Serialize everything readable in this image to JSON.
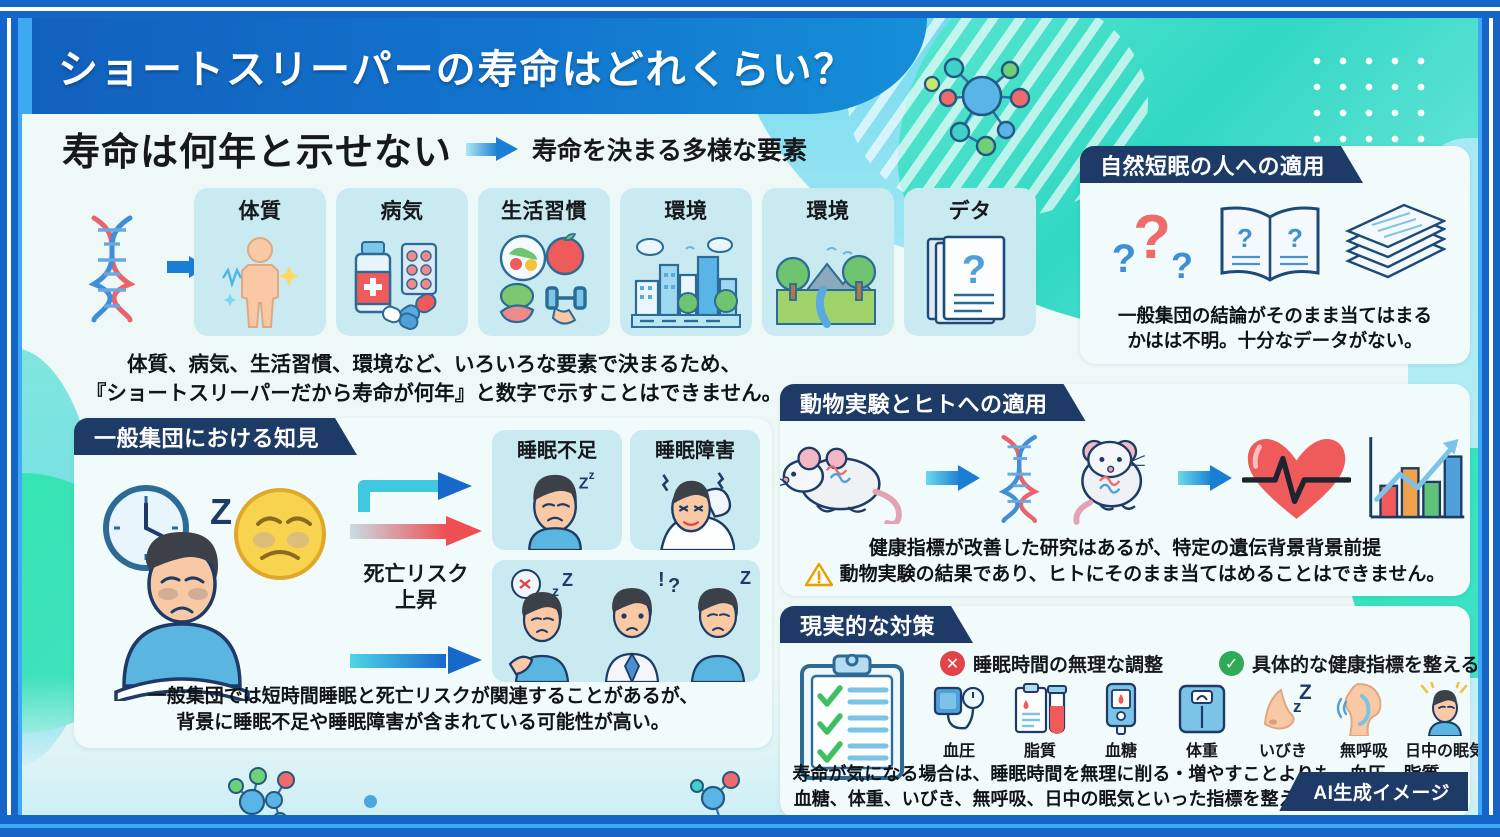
{
  "header": {
    "title": "ショートスリーパーの寿命はどれくらい？"
  },
  "headline": {
    "main": "寿命は何年と示せない",
    "arrow_icon": "arrow-right-icon",
    "sub": "寿命を決まる多様な要素"
  },
  "factors": [
    {
      "label": "体質",
      "icon": "human-body-icon"
    },
    {
      "label": "病気",
      "icon": "medicine-bottle-pills-icon"
    },
    {
      "label": "生活習慣",
      "icon": "diet-exercise-icon"
    },
    {
      "label": "環境",
      "icon": "city-skyline-icon"
    },
    {
      "label": "環境",
      "icon": "nature-landscape-icon"
    },
    {
      "label": "デタ",
      "icon": "documents-question-icon"
    }
  ],
  "main_caption": "体質、病気、生活習慣、環境など、いろいろな要素で決まるため、\n『ショートスリーパーだから寿命が何年』と数字で示すことはできません。",
  "panel_natural": {
    "title": "自然短眠の人への適用",
    "caption": "一般集団の結論がそのまま当てはまる\nかはは不明。十分なデータがない。",
    "icons": [
      "question-marks-icon",
      "open-book-question-icon",
      "paper-stack-icon"
    ]
  },
  "panel_general": {
    "title": "一般集団における知見",
    "risk_label": "死亡リスク\n上昇",
    "subcards": [
      {
        "label": "睡眠不足",
        "icon": "tired-person-icon"
      },
      {
        "label": "睡眠障害",
        "icon": "insomnia-person-icon"
      }
    ],
    "caption": "一般集団では短時間睡眠と死亡リスクが関連することがあるが、\n背景に睡眠不足や睡眠障害が含まれている可能性が高い。"
  },
  "panel_animal": {
    "title": "動物実験とヒトへの適用",
    "flow": [
      "mouse-icon",
      "dna-mouse-icon",
      "heart-pulse-icon",
      "bar-chart-trend-icon"
    ],
    "caption_line1": "健康指標が改善した研究はあるが、特定の遺伝背景背景前提",
    "caption_line2": "動物実験の結果であり、ヒトにそのまま当てはめることはできません。",
    "warning_icon": "warning-triangle-icon"
  },
  "panel_measures": {
    "title": "現実的な対策",
    "legend": [
      {
        "label": "睡眠時間の無理な調整",
        "badge": "x",
        "color": "#e0444a"
      },
      {
        "label": "具体的な健康指標を整える",
        "badge": "check",
        "color": "#2faa55"
      }
    ],
    "indicators": [
      {
        "label": "血圧",
        "icon": "blood-pressure-icon"
      },
      {
        "label": "脂質",
        "icon": "lipid-test-icon"
      },
      {
        "label": "血糖",
        "icon": "glucose-meter-icon"
      },
      {
        "label": "体重",
        "icon": "weight-scale-icon"
      },
      {
        "label": "いびき",
        "icon": "snoring-nose-icon"
      },
      {
        "label": "無呼吸",
        "icon": "apnea-throat-icon"
      },
      {
        "label": "日中の眠気",
        "icon": "daytime-sleepiness-icon"
      }
    ],
    "caption": "寿命が気になる場合は、睡眠時間を無理に削る・増やすことよりも、血圧、脂質、\n血糖、体重、いびき、無呼吸、日中の眠気といった指標を整える方が現実的です。"
  },
  "footer": {
    "badge": "AI生成イメージ"
  },
  "colors": {
    "frame_blue": "#1565c8",
    "title_blue": "#1274cd",
    "panel_head_navy": "#1d3b66",
    "card_cyan": "#c9eaf0",
    "accent_red": "#ef4f52",
    "accent_green": "#2faa55",
    "teal": "#31d8c4"
  }
}
